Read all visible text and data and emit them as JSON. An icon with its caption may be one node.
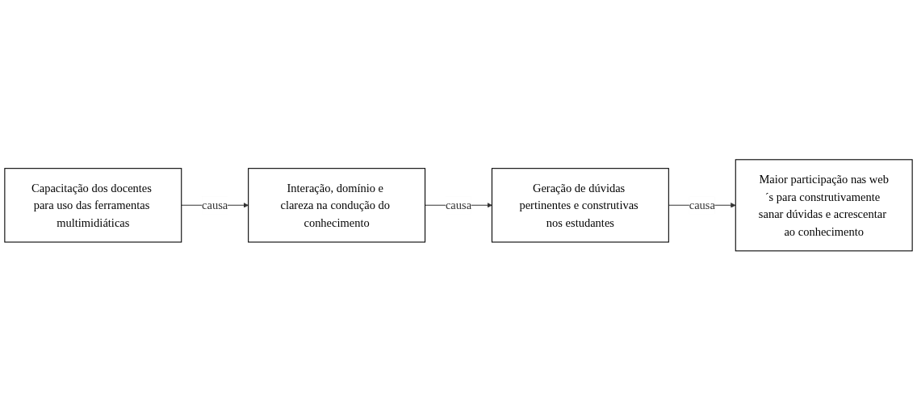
{
  "diagram": {
    "nodes": [
      {
        "text": [
          "Capacitação dos docentes para uso das ferramentas multimidiáticas"
        ]
      },
      {
        "text": [
          "Interação, domínio e clareza na condução do conhecimento"
        ]
      },
      {
        "text": [
          "Maior participação nas web´s para construtivamente sanar dúvidas e acrescentar ao conhecimento"
        ]
      },
      {
        "text": [
          "Geração de dúvidas pertinentes e construtivas nos estudantes"
        ]
      }
    ],
    "edges": [
      {
        "from": 0,
        "to": 1,
        "arrow": "to",
        "label": "causa"
      },
      {
        "from": 1,
        "to": 3,
        "arrow": "to",
        "label": "causa"
      },
      {
        "from": 3,
        "to": 2,
        "arrow": "to",
        "label": "causa"
      }
    ]
  }
}
